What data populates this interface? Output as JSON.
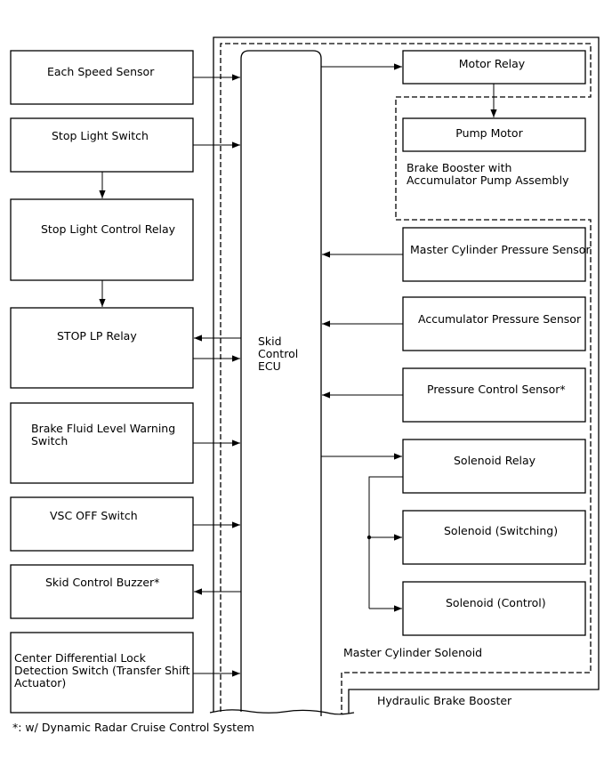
{
  "left_blocks": {
    "each_speed_sensor": "Each Speed Sensor",
    "stop_light_switch": "Stop Light Switch",
    "stop_light_control_relay": "Stop Light Control Relay",
    "stop_lp_relay": "STOP LP Relay",
    "brake_fluid_level_warning_switch": [
      "Brake Fluid Level Warning",
      "Switch"
    ],
    "vsc_off_switch": "VSC OFF Switch",
    "skid_control_buzzer": "Skid Control Buzzer*",
    "center_diff_lock_switch": [
      "Center Differential Lock",
      "Detection Switch (Transfer Shift",
      "Actuator)"
    ]
  },
  "ecu": {
    "lines": [
      "Skid",
      "Control",
      "ECU"
    ]
  },
  "right_blocks": {
    "motor_relay": "Motor Relay",
    "pump_motor": "Pump Motor",
    "brake_booster_assembly": [
      "Brake Booster with",
      "Accumulator Pump Assembly"
    ],
    "master_cylinder_pressure_sensor": "Master Cylinder Pressure Sensor",
    "accumulator_pressure_sensor": "Accumulator Pressure Sensor",
    "pressure_control_sensor": "Pressure Control Sensor*",
    "solenoid_relay": "Solenoid Relay",
    "solenoid_switching": "Solenoid (Switching)",
    "solenoid_control": "Solenoid (Control)"
  },
  "group_labels": {
    "master_cylinder_solenoid": "Master Cylinder Solenoid",
    "hydraulic_brake_booster": "Hydraulic Brake Booster"
  },
  "footnote": "*: w/ Dynamic Radar Cruise Control System"
}
